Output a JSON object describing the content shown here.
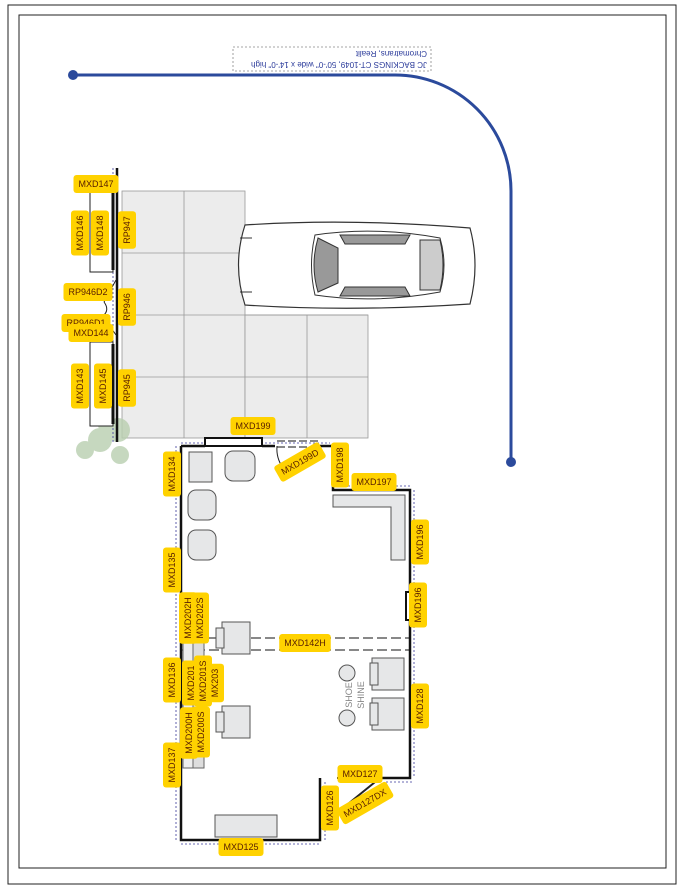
{
  "banner": {
    "line1": "JC BACKINGS CT-1049, 50'-0\" wide x 14'-0\" high",
    "line2": "Chromatrans, Realit"
  },
  "colors": {
    "path": "#2b4a9c",
    "label_bg": "#ffd200",
    "floor": "#e6e7e8"
  },
  "labels": {
    "MXD147": "MXD147",
    "MXD146": "MXD146",
    "MXD148": "MXD148",
    "RP947": "RP947",
    "RP946D2": "RP946D2",
    "RP946": "RP946",
    "RP946D1": "RP946D1",
    "MXD144": "MXD144",
    "MXD143": "MXD143",
    "MXD145": "MXD145",
    "RP945": "RP945",
    "MXD199": "MXD199",
    "MXD199D": "MXD199D",
    "MXD198": "MXD198",
    "MXD197": "MXD197",
    "MXD134": "MXD134",
    "MXD135": "MXD135",
    "MXD196": "MXD196",
    "MXD195": "MXD196",
    "MXD142H": "MXD142H",
    "MXD136": "MXD136",
    "MXD128": "MXD128",
    "MXD127": "MXD127",
    "MXD126": "MXD126",
    "MXD127DX": "MXD127DX",
    "MXD125": "MXD125",
    "MXD137": "MXD137",
    "MXD202H": "MXD202H",
    "MXD202S": "MXD202S",
    "MXD201": "MXD201",
    "MXD201S": "MXD201S",
    "MX203": "MX203",
    "MXD200H": "MXD200H",
    "MXD200S": "MXD200S"
  },
  "shoe_shine": {
    "line1": "SHOE",
    "line2": "SHINE"
  }
}
